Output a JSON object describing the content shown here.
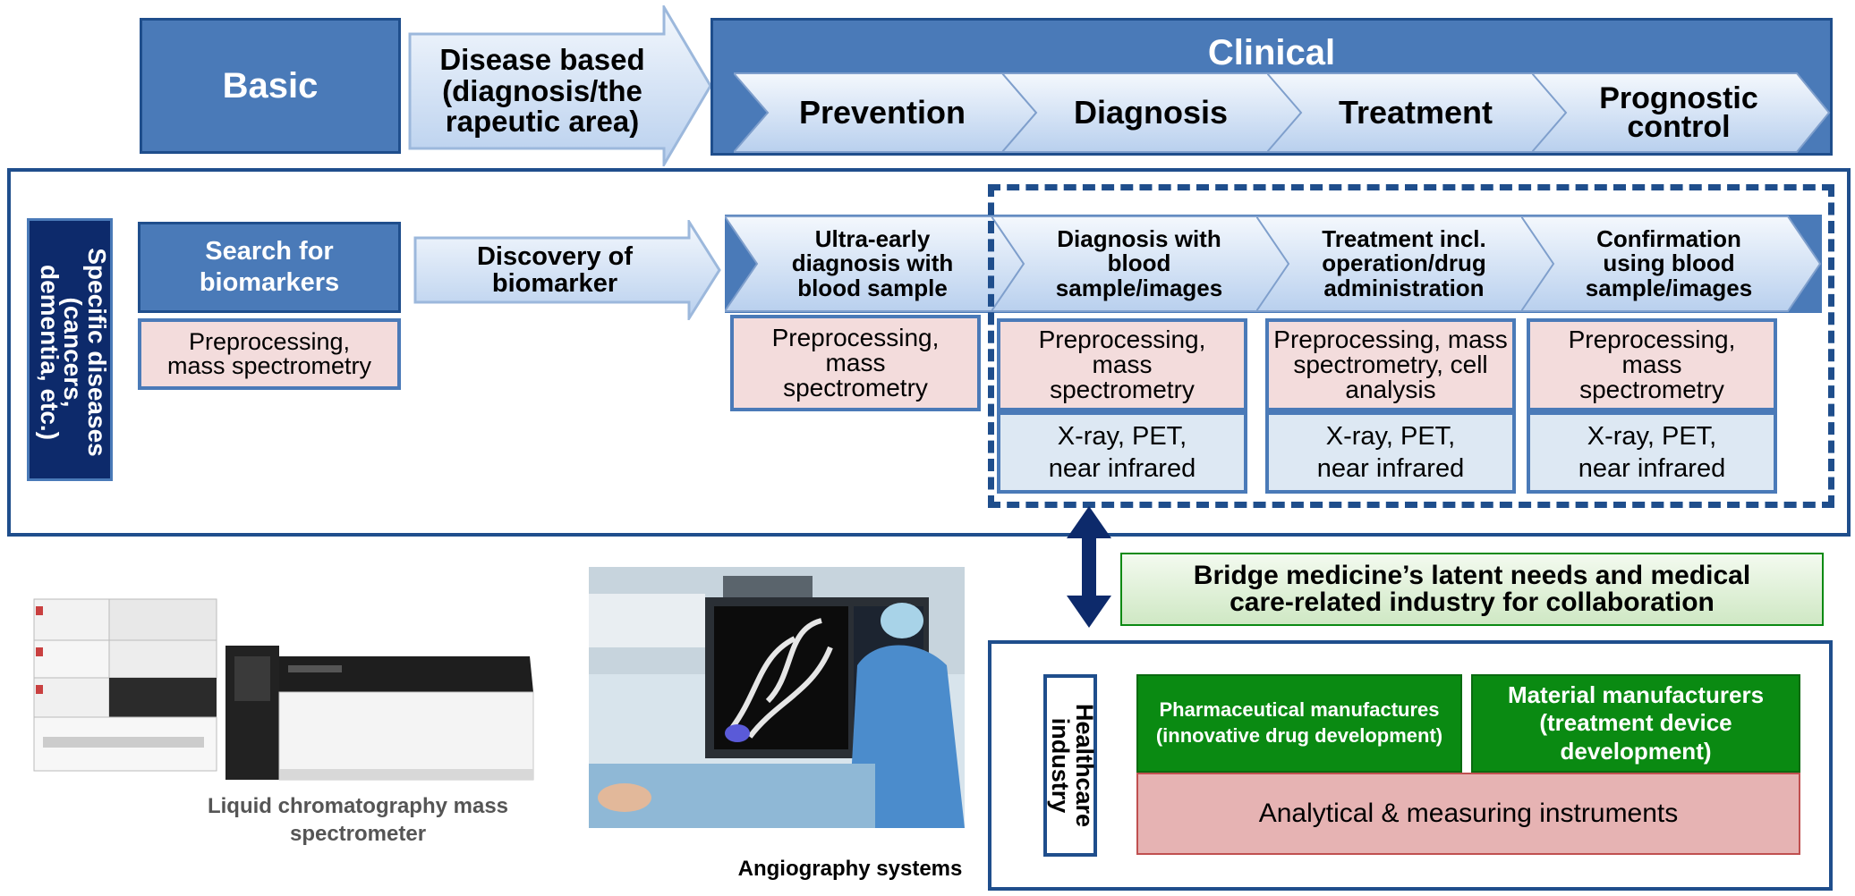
{
  "top": {
    "basic": "Basic",
    "disease_based": "Disease based (diagnosis/the rapeutic area)",
    "disease_based_lines": [
      "Disease based",
      "(diagnosis/the",
      "rapeutic area)"
    ],
    "clinical": "Clinical",
    "stages": [
      "Prevention",
      "Diagnosis",
      "Treatment",
      "Prognostic control"
    ],
    "stage_prognostic_lines": [
      "Prognostic",
      "control"
    ]
  },
  "middle": {
    "side_label": "Specific diseases (cancers, dementia, etc.)",
    "side_label_lines": [
      "Specific diseases",
      "(cancers,",
      "dementia, etc.)"
    ],
    "search": "Search for biomarkers",
    "search_lines": [
      "Search for",
      "biomarkers"
    ],
    "search_method": "Preprocessing, mass spectrometry",
    "search_method_lines": [
      "Preprocessing,",
      "mass spectrometry"
    ],
    "discovery_lines": [
      "Discovery of",
      "biomarker"
    ],
    "steps": [
      {
        "lines": [
          "Ultra-early",
          "diagnosis with",
          "blood sample"
        ]
      },
      {
        "lines": [
          "Diagnosis with",
          "blood",
          "sample/images"
        ]
      },
      {
        "lines": [
          "Treatment incl.",
          "operation/drug",
          "administration"
        ]
      },
      {
        "lines": [
          "Confirmation",
          "using blood",
          "sample/images"
        ]
      }
    ],
    "methods_pink": [
      [
        "Preprocessing,",
        "mass",
        "spectrometry"
      ],
      [
        "Preprocessing,",
        "mass",
        "spectrometry"
      ],
      [
        "Preprocessing, mass",
        "spectrometry, cell",
        "analysis"
      ],
      [
        "Preprocessing,",
        "mass",
        "spectrometry"
      ]
    ],
    "methods_blue": [
      [
        "X-ray, PET,",
        "near infrared"
      ],
      [
        "X-ray, PET,",
        "near infrared"
      ],
      [
        "X-ray, PET,",
        "near infrared"
      ]
    ]
  },
  "bridge": {
    "lines": [
      "Bridge medicine’s latent needs and medical",
      "care-related industry for collaboration"
    ]
  },
  "industry": {
    "label_lines": [
      "Healthcare",
      "industry"
    ],
    "pharma_lines": [
      "Pharmaceutical manufactures",
      "(innovative drug development)"
    ],
    "material_lines": [
      "Material manufacturers",
      "(treatment device",
      "development)"
    ],
    "analytical": "Analytical & measuring instruments"
  },
  "photos": {
    "lcms_caption_lines": [
      "Liquid chromatography mass",
      "spectrometer"
    ],
    "angio_caption": "Angiography systems"
  },
  "colors": {
    "blue_dark": "#1f4e8c",
    "blue_mid": "#4a7ab8",
    "blue_light": "#dde8f3",
    "navy": "#0d2a6b",
    "green": "#0a8a12",
    "pink": "#f3dcdc"
  }
}
